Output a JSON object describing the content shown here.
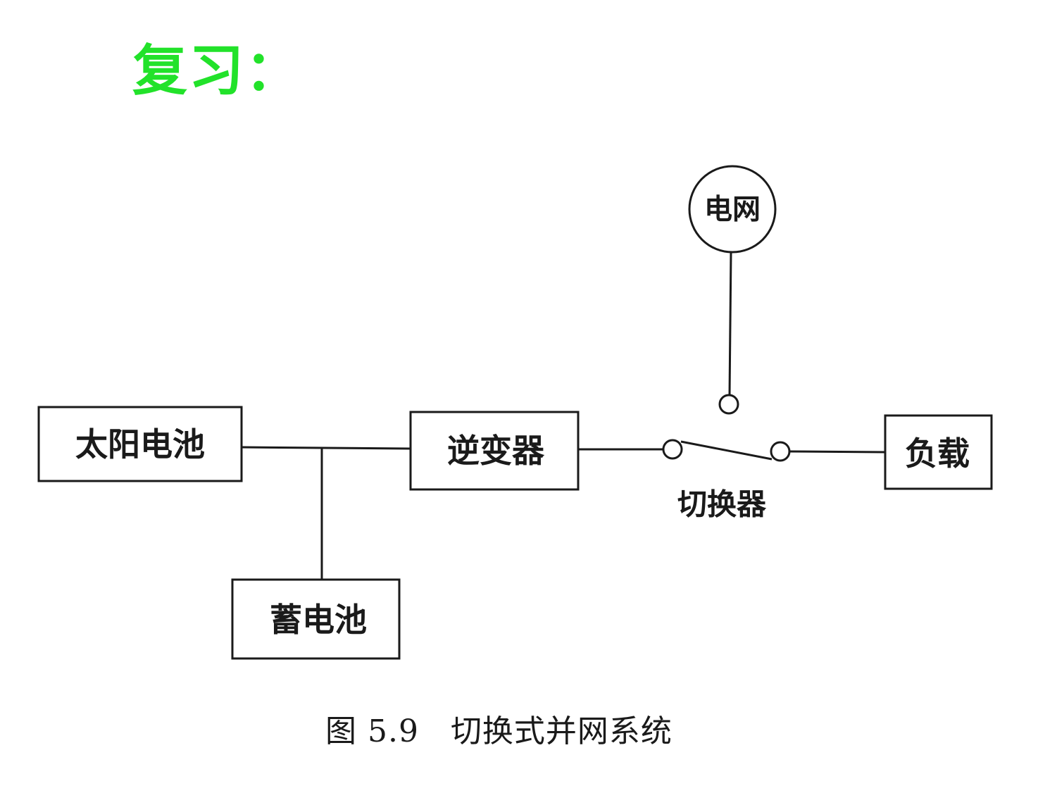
{
  "heading": "复习：",
  "diagram": {
    "blocks": {
      "solar_cell": "太阳电池",
      "battery": "蓄电池",
      "inverter": "逆变器",
      "load": "负载",
      "grid": "电网",
      "switch": "切换器"
    },
    "colors": {
      "heading": "#22e22a",
      "lines": "#1a1a1a"
    }
  },
  "caption": {
    "figure_number": "图 5.9",
    "title": "切换式并网系统"
  }
}
